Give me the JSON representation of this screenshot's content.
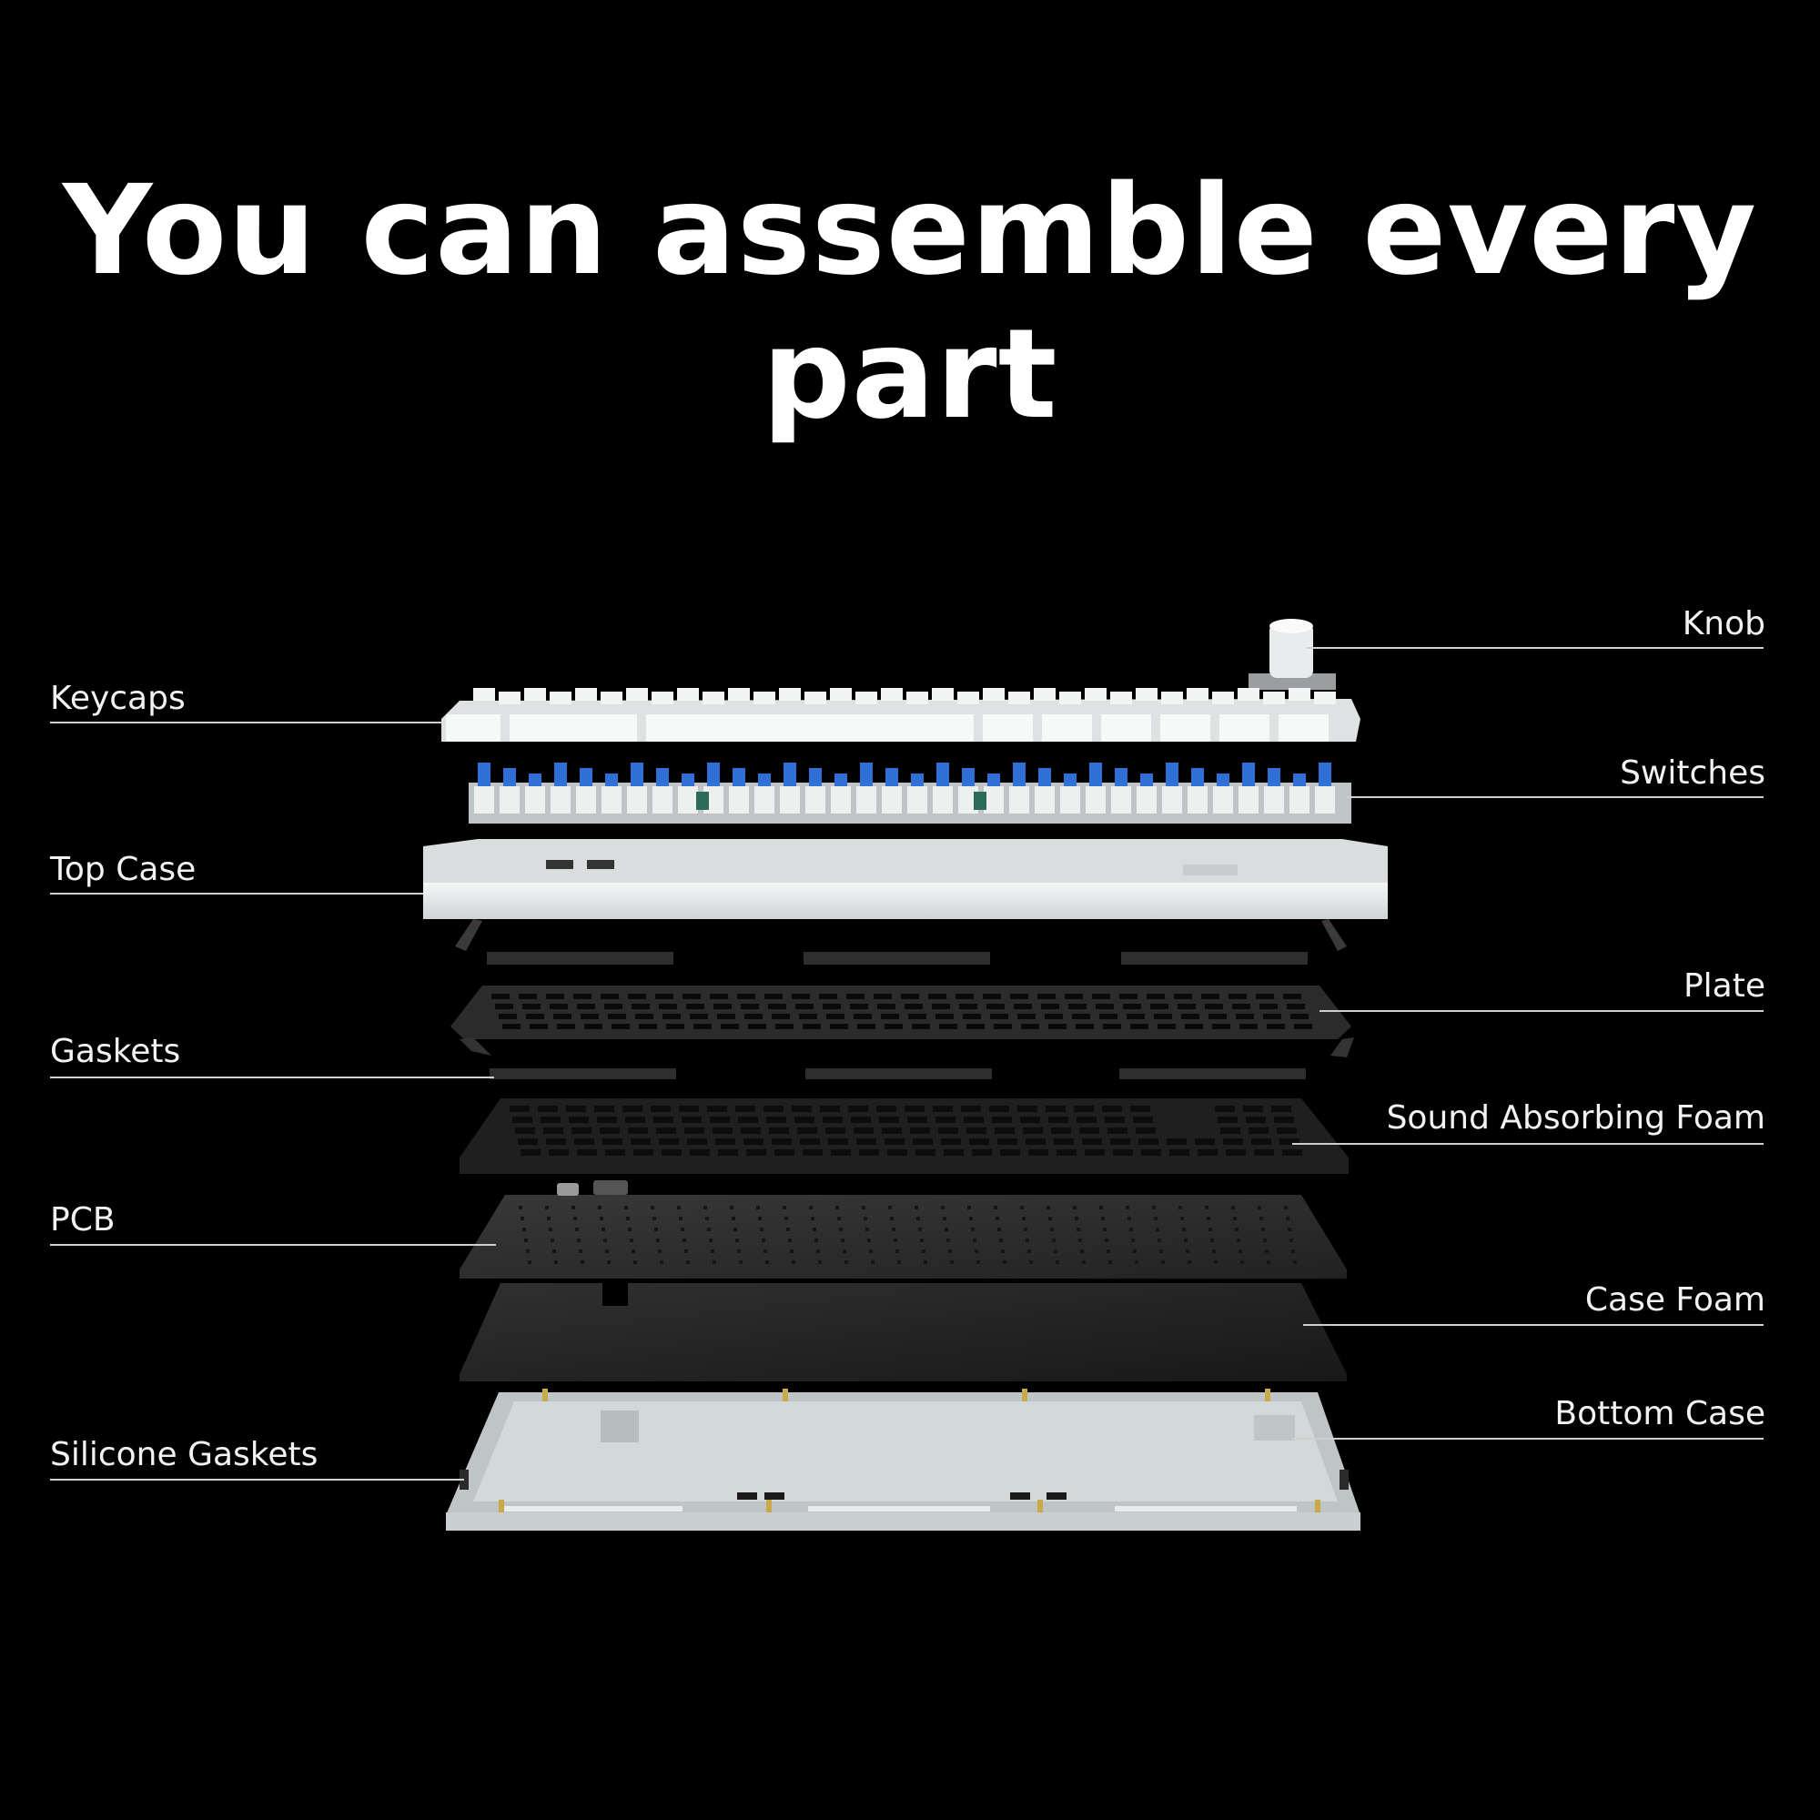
{
  "headline": "You can assemble every part",
  "labels": {
    "knob": "Knob",
    "keycaps": "Keycaps",
    "switches": "Switches",
    "top_case": "Top Case",
    "plate": "Plate",
    "gaskets": "Gaskets",
    "sound_foam": "Sound Absorbing Foam",
    "pcb": "PCB",
    "case_foam": "Case Foam",
    "bottom_case": "Bottom Case",
    "silicone_gaskets": "Silicone Gaskets"
  },
  "colors": {
    "background": "#000000",
    "text": "#ffffff",
    "case_white": "#e6e9ea",
    "switch_blue": "#2f6fd6",
    "plate_dark": "#2b2b2b",
    "foam_dark": "#1e1e1e"
  }
}
